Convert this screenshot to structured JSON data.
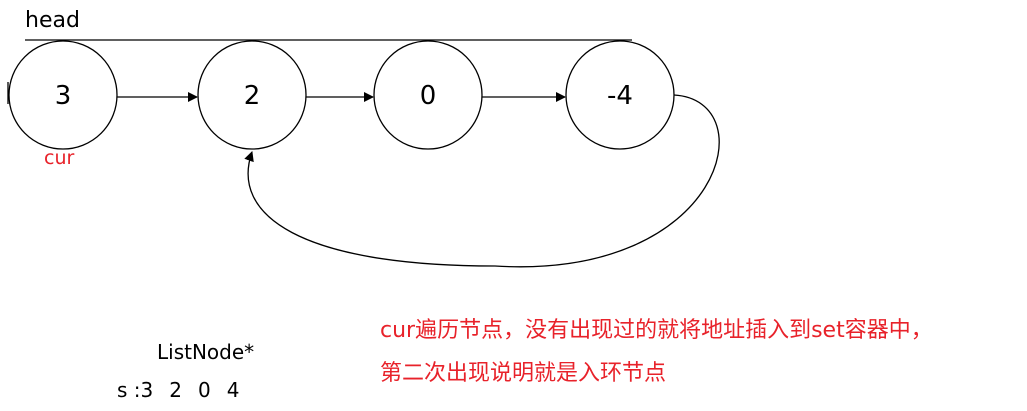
{
  "head_label": "head",
  "cur_label": "cur",
  "nodes": [
    {
      "value": "3"
    },
    {
      "value": "2"
    },
    {
      "value": "0"
    },
    {
      "value": "-4"
    }
  ],
  "note_line1": "cur遍历节点，没有出现过的就将地址插入到set容器中，",
  "note_line2": "第二次出现说明就是入环节点",
  "set_type": "ListNode*",
  "set_name": "s :",
  "set_values": [
    "3",
    "2",
    "0",
    "4"
  ],
  "colors": {
    "annotation": "#e8222a",
    "stroke": "#000000"
  }
}
